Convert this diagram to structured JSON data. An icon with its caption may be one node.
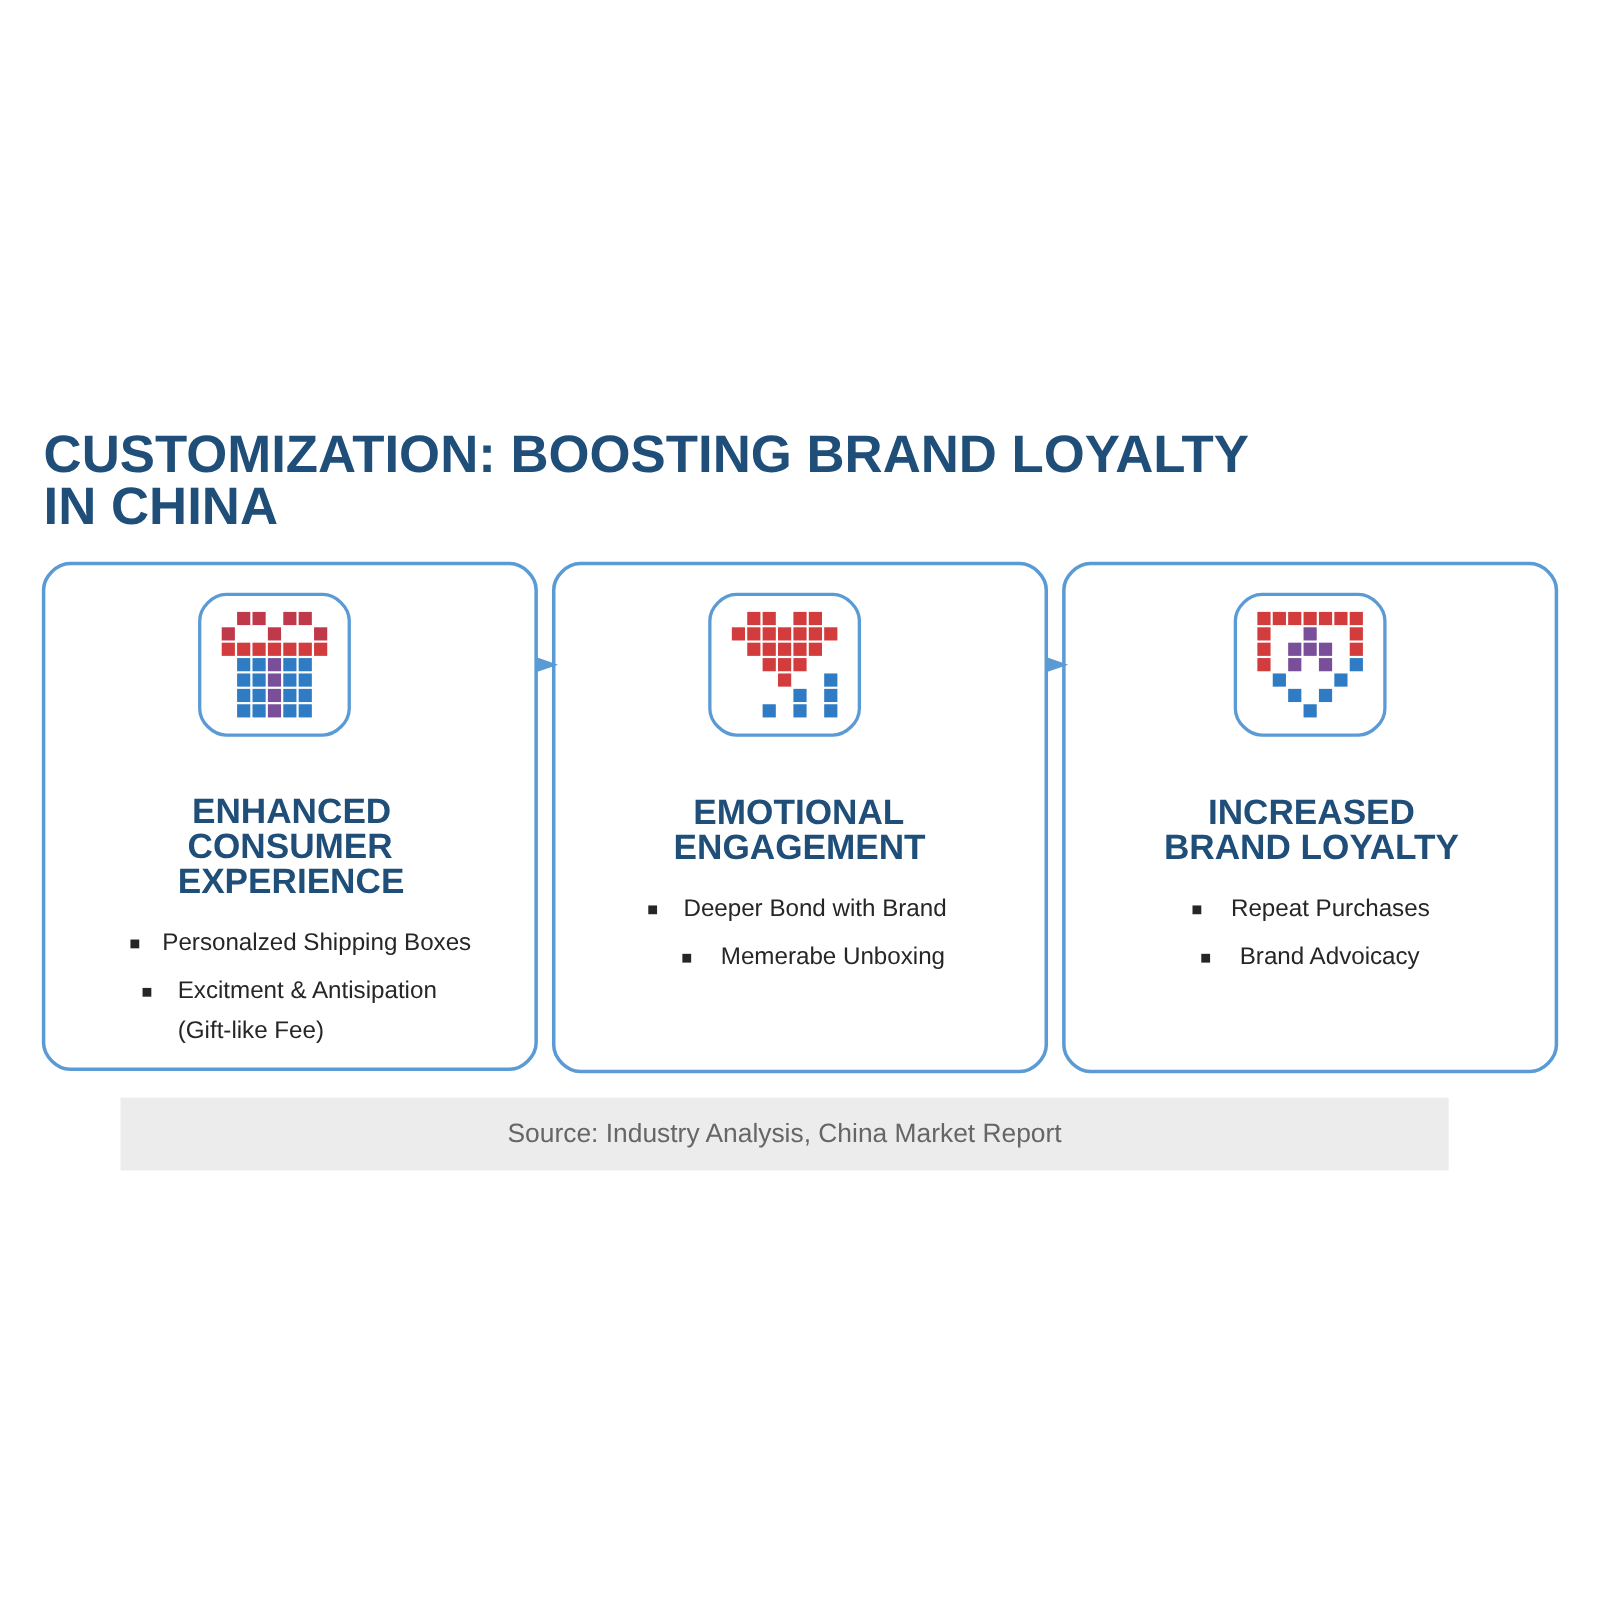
{
  "diagram": {
    "title": "CUSTOMIZATION: BOOSTING BRAND LOYALTY IN CHINA",
    "caption": "Source: Industry Analysis, China Market Report",
    "nodes": [
      {
        "text": [
          "ENHANCED CONSUMER EXPERIENCE",
          "Personalzed Shipping Boxes",
          "Excitment & Antisipation (Gift-like Fee)"
        ]
      },
      {
        "text": [],
        "shape": "picture",
        "in": 0
      },
      {
        "text": [
          "EMOTIONAL ENGAGEMENT",
          "Deeper Bond with Brand",
          "Memerabe Unboxing"
        ]
      },
      {
        "text": [],
        "shape": "picture",
        "in": 2
      },
      {
        "text": [
          "INCREASED BRAND LOYALTY",
          "Repeat Purchases",
          "Brand Advoicacy"
        ]
      },
      {
        "text": [],
        "shape": "picture",
        "in": 4
      }
    ],
    "edges": [
      {
        "from": 0,
        "to": 2,
        "arrow": "to"
      },
      {
        "from": 2,
        "to": 4,
        "arrow": "to"
      }
    ]
  }
}
